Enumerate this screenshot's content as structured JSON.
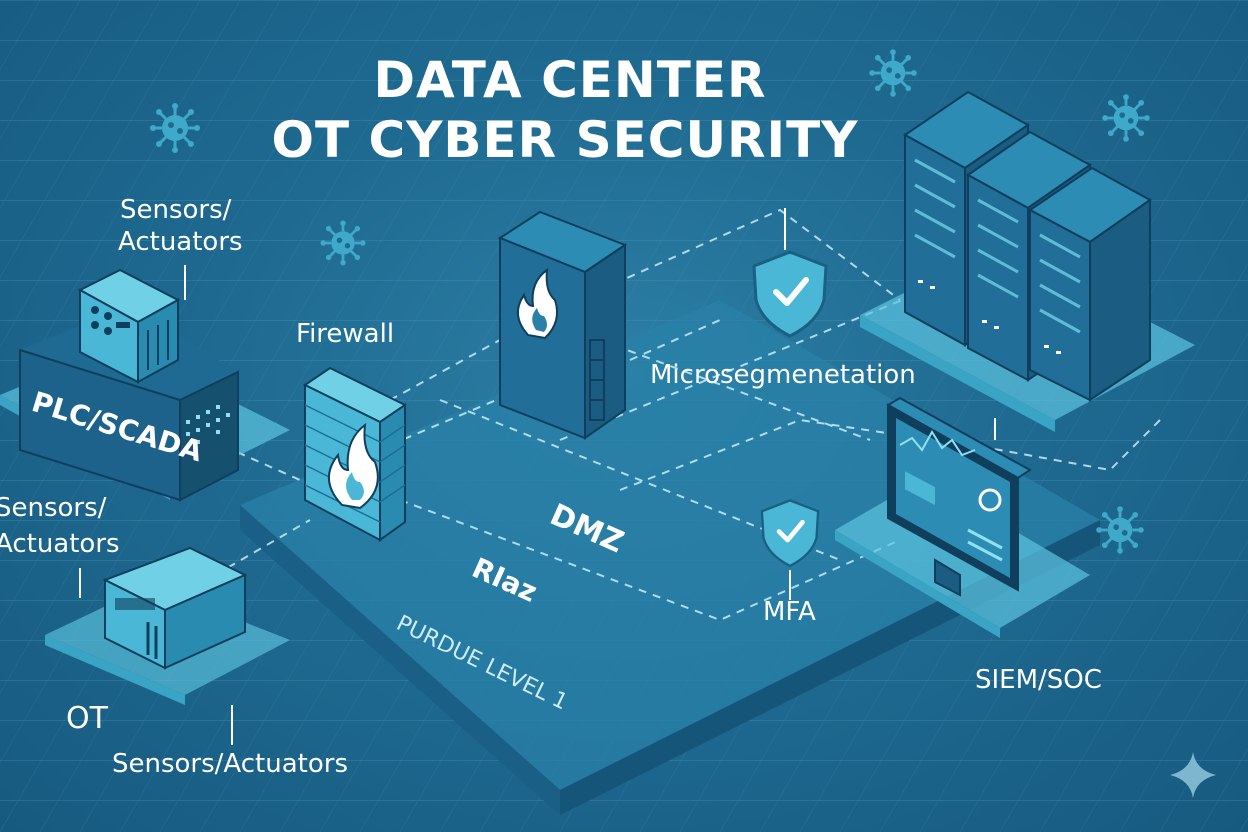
{
  "title": {
    "line1": "DATA CENTER",
    "line2": "OT CYBER SECURITY"
  },
  "labels": {
    "sensors_top": [
      "Sensors/",
      "Actuators"
    ],
    "plc_scada": "PLC/SCADA",
    "sensors_left": [
      "Sensors/",
      "Actuators"
    ],
    "ot": "OT",
    "sensors_bottom": "Sensors/Actuators",
    "firewall": "Firewall",
    "dmz": "DMZ",
    "riaz": "RIaz",
    "purdue": "PURDUE LEVEL 1",
    "microseg": "Microsegmenetation",
    "mfa": "MFA",
    "siem": "SIEM/SOC"
  },
  "icons": [
    "virus-icon",
    "firewall-icon",
    "flame-icon",
    "shield-check-icon",
    "server-rack-icon",
    "monitor-icon",
    "sparkle-icon"
  ],
  "colors": {
    "background": "#1f6a91",
    "platform": "#2a7ea4",
    "accent": "#5cc4df",
    "text": "#ffffff"
  }
}
